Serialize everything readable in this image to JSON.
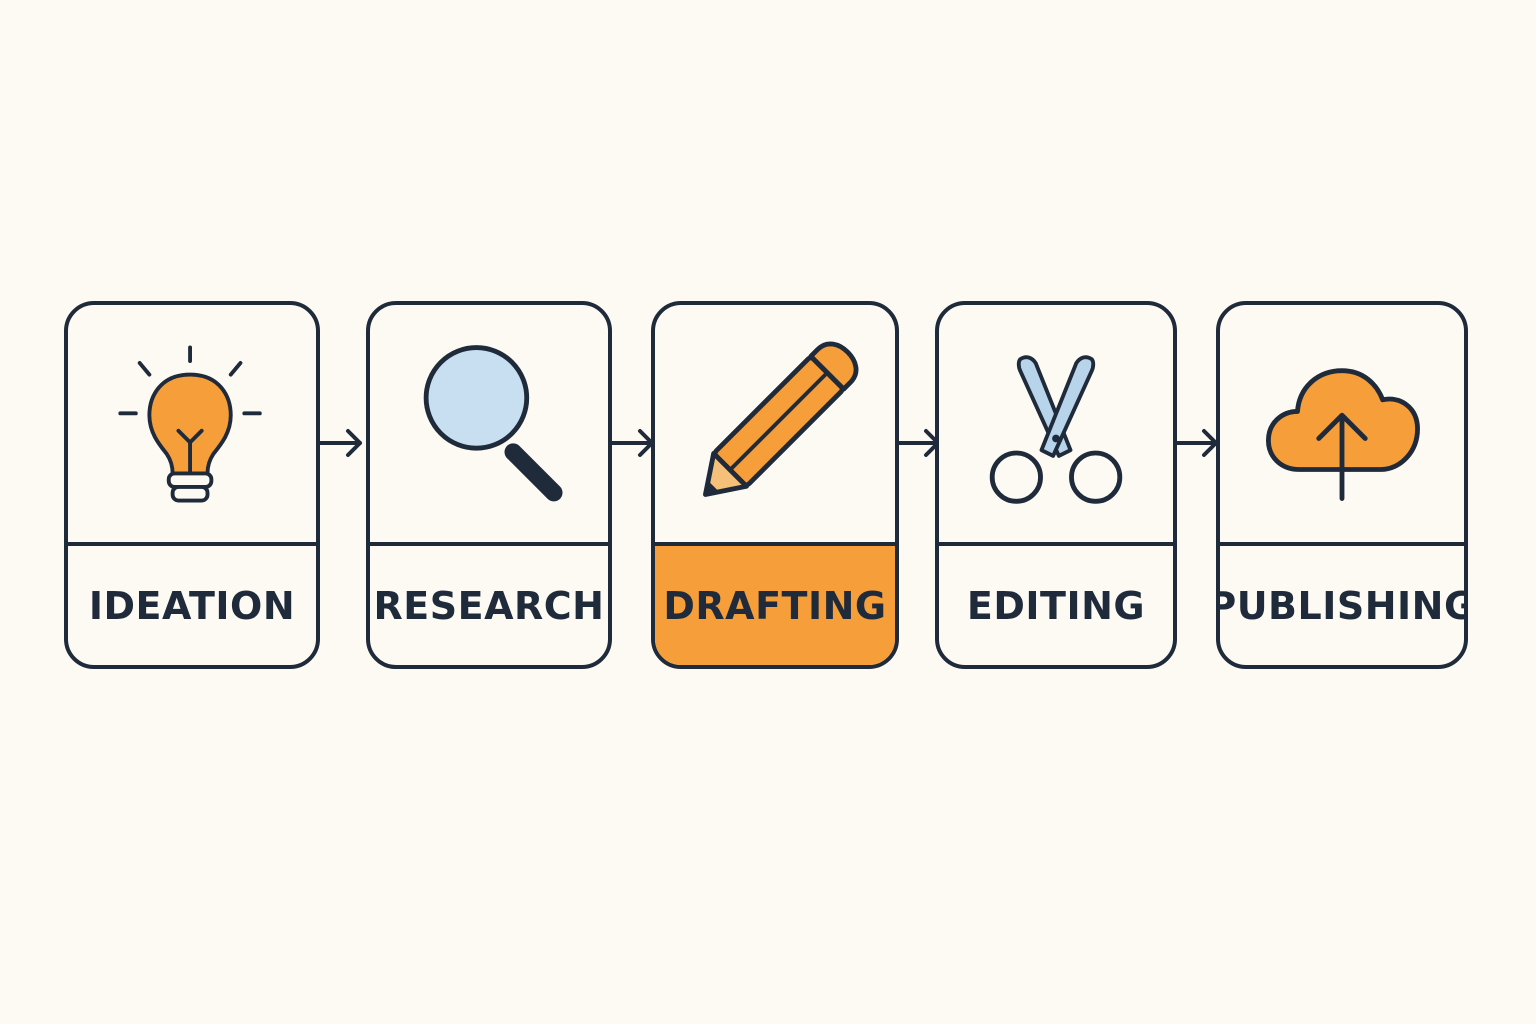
{
  "colors": {
    "background": "#fdfaf4",
    "outline": "#1f2a3a",
    "accent": "#f59e3a",
    "lens": "#c7dff0",
    "blade": "#b8d4ea"
  },
  "stages": [
    {
      "label": "IDEATION",
      "icon": "lightbulb-icon",
      "active": false
    },
    {
      "label": "RESEARCH",
      "icon": "magnifying-glass-icon",
      "active": false
    },
    {
      "label": "DRAFTING",
      "icon": "pencil-icon",
      "active": true
    },
    {
      "label": "EDITING",
      "icon": "scissors-icon",
      "active": false
    },
    {
      "label": "PUBLISHING",
      "icon": "cloud-upload-icon",
      "active": false
    }
  ]
}
